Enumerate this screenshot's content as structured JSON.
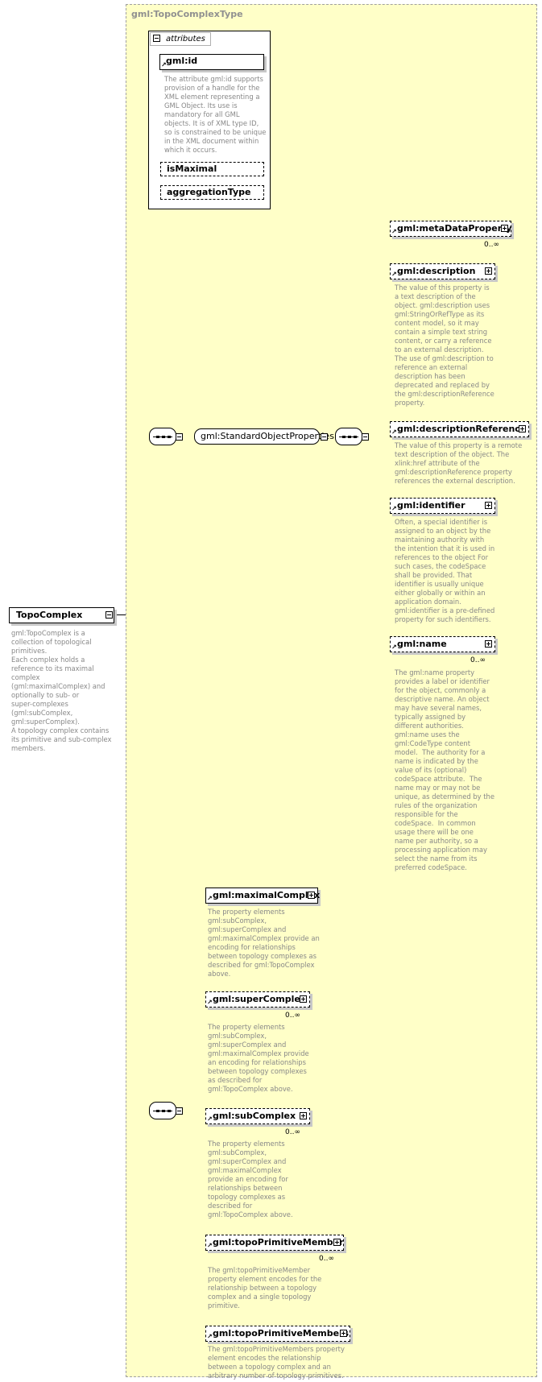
{
  "complex_type": {
    "name": "gml:TopoComplexType"
  },
  "root": {
    "name": "TopoComplex",
    "description": "gml:TopoComplex is a\ncollection of topological\nprimitives.\nEach complex holds a\nreference to its maximal\ncomplex\n(gml:maximalComplex) and\noptionally to sub- or\nsuper-complexes\n(gml:subComplex,\ngml:superComplex).\nA topology complex contains\nits primitive and sub-complex\nmembers."
  },
  "attributes": {
    "header": "attributes",
    "items": [
      {
        "name": "gml:id",
        "description": "The attribute gml:id supports\nprovision of a handle for the\nXML element representing a\nGML Object. Its use is\nmandatory for all GML\nobjects. It is of XML type ID,\nso is constrained to be unique\nin the XML document within\nwhich it occurs."
      },
      {
        "name": "isMaximal"
      },
      {
        "name": "aggregationType"
      }
    ]
  },
  "group": {
    "name": "gml:StandardObjectProperties"
  },
  "standard_properties": [
    {
      "name": "gml:metaDataProperty",
      "cardinality": "0..∞"
    },
    {
      "name": "gml:description",
      "description": "The value of this property is\na text description of the\nobject. gml:description uses\ngml:StringOrRefType as its\ncontent model, so it may\ncontain a simple text string\ncontent, or carry a reference\nto an external description.\nThe use of gml:description to\nreference an external\ndescription has been\ndeprecated and replaced by\nthe gml:descriptionReference\nproperty."
    },
    {
      "name": "gml:descriptionReference",
      "description": "The value of this property is a remote\ntext description of the object. The\nxlink:href attribute of the\ngml:descriptionReference property\nreferences the external description."
    },
    {
      "name": "gml:identifier",
      "description": "Often, a special identifier is\nassigned to an object by the\nmaintaining authority with\nthe intention that it is used in\nreferences to the object For\nsuch cases, the codeSpace\nshall be provided. That\nidentifier is usually unique\neither globally or within an\napplication domain.\ngml:identifier is a pre-defined\nproperty for such identifiers."
    },
    {
      "name": "gml:name",
      "cardinality": "0..∞",
      "description": "The gml:name property\nprovides a label or identifier\nfor the object, commonly a\ndescriptive name. An object\nmay have several names,\ntypically assigned by\ndifferent authorities.\ngml:name uses the\ngml:CodeType content\nmodel.  The authority for a\nname is indicated by the\nvalue of its (optional)\ncodeSpace attribute.  The\nname may or may not be\nunique, as determined by the\nrules of the organization\nresponsible for the\ncodeSpace.  In common\nusage there will be one\nname per authority, so a\nprocessing application may\nselect the name from its\npreferred codeSpace."
    }
  ],
  "complex_properties": [
    {
      "name": "gml:maximalComplex",
      "description": "The property elements\ngml:subComplex,\ngml:superComplex and\ngml:maximalComplex provide an\nencoding for relationships\nbetween topology complexes as\ndescribed for gml:TopoComplex\nabove."
    },
    {
      "name": "gml:superComplex",
      "cardinality": "0..∞",
      "description": "The property elements\ngml:subComplex,\ngml:superComplex and\ngml:maximalComplex provide\nan encoding for relationships\nbetween topology complexes\nas described for\ngml:TopoComplex above."
    },
    {
      "name": "gml:subComplex",
      "cardinality": "0..∞",
      "description": "The property elements\ngml:subComplex,\ngml:superComplex and\ngml:maximalComplex\nprovide an encoding for\nrelationships between\ntopology complexes as\ndescribed for\ngml:TopoComplex above."
    },
    {
      "name": "gml:topoPrimitiveMember",
      "cardinality": "0..∞",
      "description": "The gml:topoPrimitiveMember\nproperty element encodes for the\nrelationship between a topology\ncomplex and a single topology\nprimitive."
    },
    {
      "name": "gml:topoPrimitiveMembers",
      "description": "The gml:topoPrimitiveMembers property\nelement encodes the relationship\nbetween a topology complex and an\narbitrary number of topology primitives."
    }
  ]
}
